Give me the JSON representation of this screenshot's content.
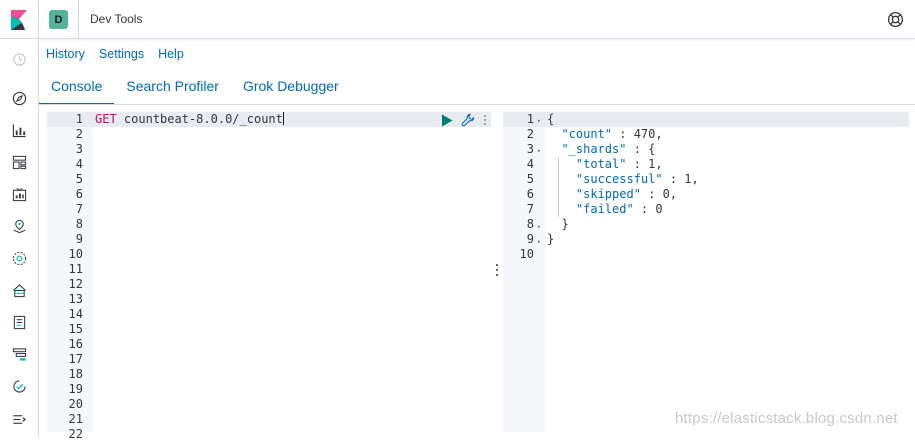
{
  "header": {
    "space_initial": "D",
    "title": "Dev Tools",
    "help_icon": "help-lifebuoy-icon"
  },
  "sidenav": {
    "icons": [
      "recent-clock-icon",
      "discover-compass-icon",
      "visualize-chart-icon",
      "dashboard-icon",
      "canvas-icon",
      "maps-icon",
      "ml-icon",
      "infra-icon",
      "logs-icon",
      "apm-icon",
      "uptime-icon",
      "collapse-menu-icon"
    ]
  },
  "top_menu": {
    "history": "History",
    "settings": "Settings",
    "help": "Help"
  },
  "tabs": [
    {
      "label": "Console",
      "active": true
    },
    {
      "label": "Search Profiler",
      "active": false
    },
    {
      "label": "Grok Debugger",
      "active": false
    }
  ],
  "request": {
    "method": "GET",
    "path": "countbeat-8.0.0/_count",
    "line_numbers": [
      "1",
      "2",
      "3",
      "4",
      "5",
      "6",
      "7",
      "8",
      "9",
      "10",
      "11",
      "12",
      "13",
      "14",
      "15",
      "16",
      "17",
      "18",
      "19",
      "20",
      "21",
      "22"
    ]
  },
  "response": {
    "line_numbers": [
      "1",
      "2",
      "3",
      "4",
      "5",
      "6",
      "7",
      "8",
      "9",
      "10"
    ],
    "lines": [
      "{",
      "  \"count\" : 470,",
      "  \"_shards\" : {",
      "    \"total\" : 1,",
      "    \"successful\" : 1,",
      "    \"skipped\" : 0,",
      "    \"failed\" : 0",
      "  }",
      "}",
      ""
    ]
  },
  "watermark": "https://elasticstack.blog.csdn.net",
  "colors": {
    "link": "#006bb4",
    "get_method": "#c80a68",
    "json_number": "#017d73",
    "space_avatar": "#54b399",
    "play_button": "#017d73"
  }
}
